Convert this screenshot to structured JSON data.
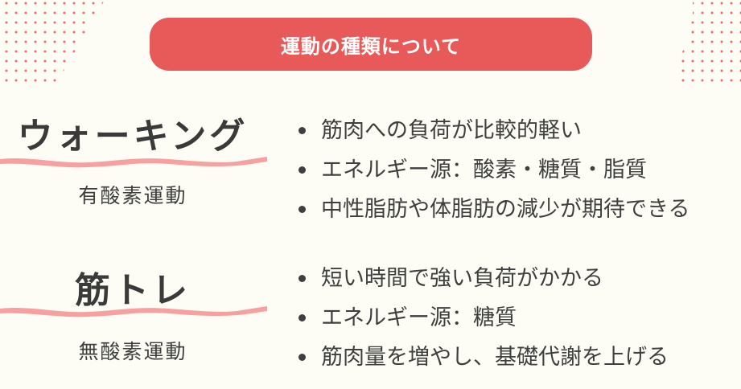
{
  "header": {
    "title": "運動の種類について"
  },
  "colors": {
    "accent": "#e85a5a",
    "wave": "#f7a0a0",
    "background": "#fdfdf6"
  },
  "sections": [
    {
      "title": "ウォーキング",
      "subtitle": "有酸素運動",
      "bullets": [
        "筋肉への負荷が比較的軽い",
        "エネルギー源：酸素・糖質・脂質",
        "中性脂肪や体脂肪の減少が期待できる"
      ]
    },
    {
      "title": "筋トレ",
      "subtitle": "無酸素運動",
      "bullets": [
        "短い時間で強い負荷がかかる",
        "エネルギー源：糖質",
        "筋肉量を増やし、基礎代謝を上げる"
      ]
    }
  ]
}
